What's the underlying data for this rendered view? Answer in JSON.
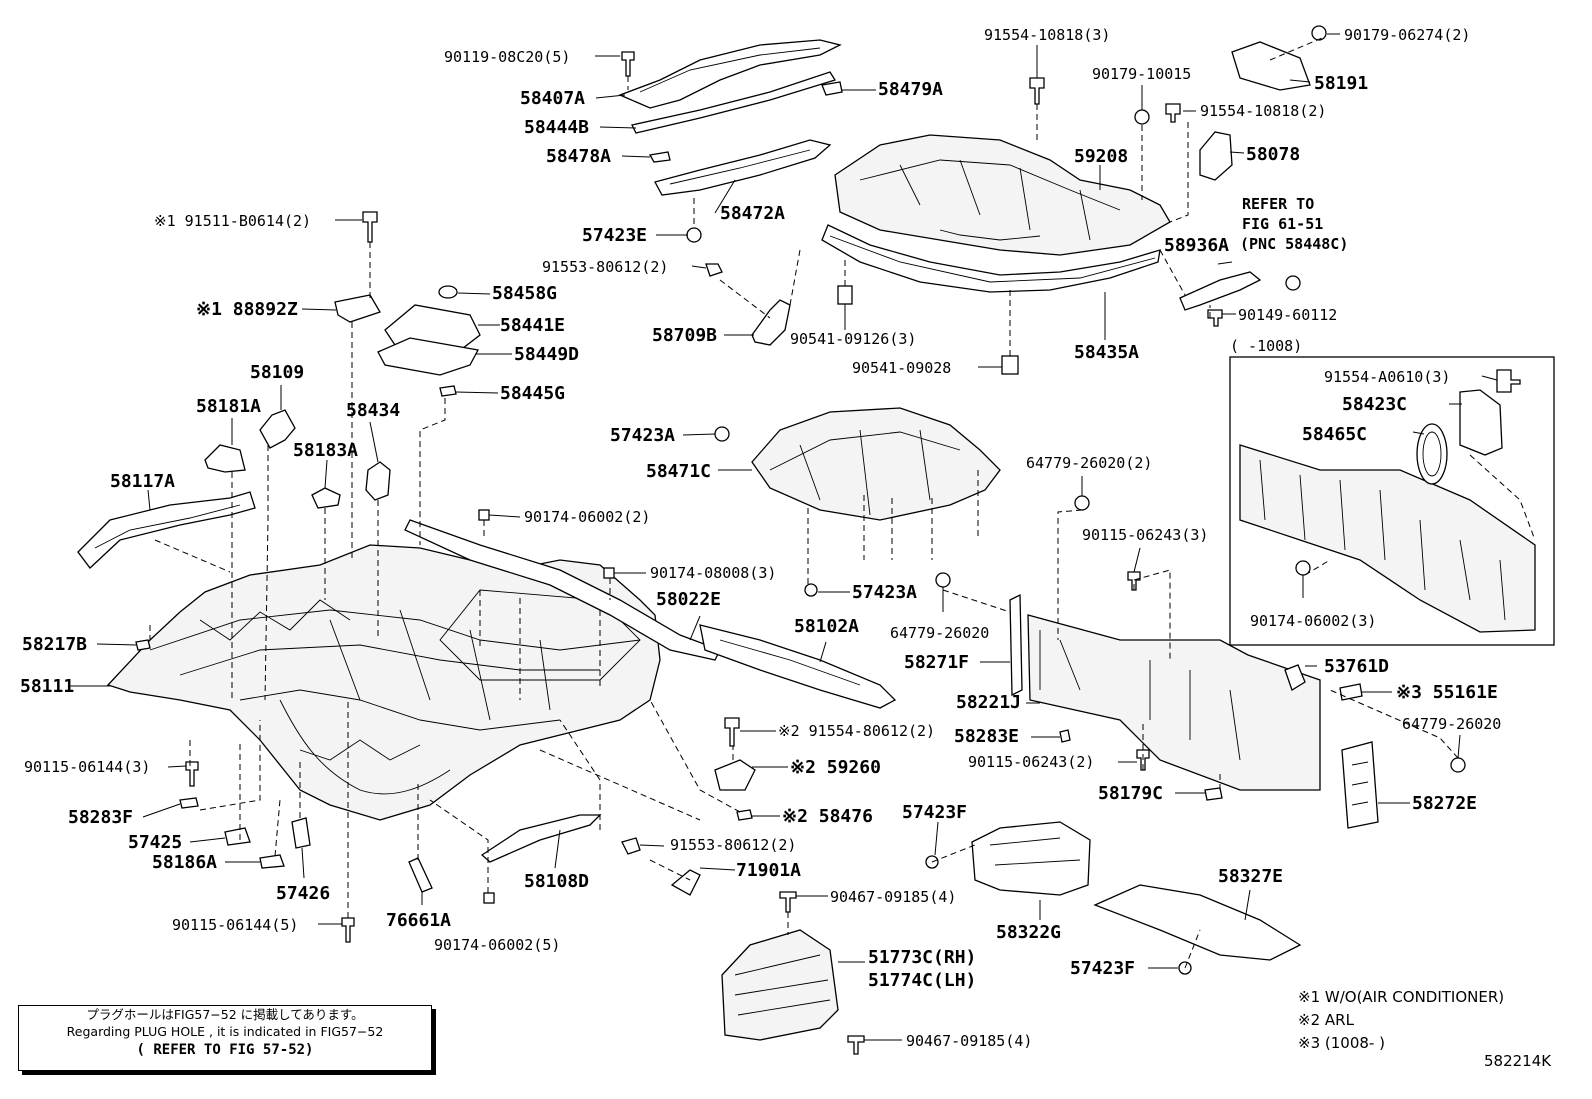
{
  "diagram_code": "582214K",
  "note": {
    "line_jp": "プラグホールはFIG57−52 に掲載してあります。",
    "line_en": "Regarding PLUG HOLE , it is indicated in FIG57−52",
    "line_ref": "( REFER TO FIG 57-52)"
  },
  "refer": {
    "line1": "REFER TO",
    "line2": "FIG 61-51",
    "line3": "(PNC 58448C)"
  },
  "inset_title": "(      -1008)",
  "legend": [
    "※1 W/O(AIR CONDITIONER)",
    "※2 ARL",
    "※3 (1008-      )"
  ],
  "labels": {
    "p90119_08C20": "90119-08C20(5)",
    "p58407A": "58407A",
    "p58444B": "58444B",
    "p58478A": "58478A",
    "p58479A": "58479A",
    "p58472A": "58472A",
    "p57423E": "57423E",
    "p91553_80612_2a": "91553-80612(2)",
    "p58709B": "58709B",
    "p91511_B0614": "※1 91511-B0614(2)",
    "p88892Z": "※1 88892Z",
    "p58458G": "58458G",
    "p58441E": "58441E",
    "p58449D": "58449D",
    "p58445G": "58445G",
    "p58109": "58109",
    "p58181A": "58181A",
    "p58434": "58434",
    "p58183A": "58183A",
    "p58117A": "58117A",
    "p90174_06002_2": "90174-06002(2)",
    "p90174_08008_3": "90174-08008(3)",
    "p58022E": "58022E",
    "p58102A": "58102A",
    "p58217B": "58217B",
    "p58111": "58111",
    "p90115_06144_3": "90115-06144(3)",
    "p58283F": "58283F",
    "p57425": "57425",
    "p58186A": "58186A",
    "p57426": "57426",
    "p90115_06144_5": "90115-06144(5)",
    "p76661A": "76661A",
    "p90174_06002_5": "90174-06002(5)",
    "p58108D": "58108D",
    "p91553_80612_2b": "91553-80612(2)",
    "p71901A": "71901A",
    "p91554_80612_2": "※2 91554-80612(2)",
    "p59260": "※2 59260",
    "p58476": "※2 58476",
    "p57423A_top": "57423A",
    "p58471C": "58471C",
    "p57423A_bot": "57423A",
    "p91554_10818_3": "91554-10818(3)",
    "p90179_10015": "90179-10015",
    "p91554_10818_2": "91554-10818(2)",
    "p90179_06274": "90179-06274(2)",
    "p58191": "58191",
    "p58078": "58078",
    "p59208": "59208",
    "p58936A": "58936A",
    "p90149_60112": "90149-60112",
    "p90541_09126": "90541-09126(3)",
    "p90541_09028": "90541-09028",
    "p58435A": "58435A",
    "p64779_26020_2": "64779-26020(2)",
    "p90115_06243_3": "90115-06243(3)",
    "p64779_26020_a": "64779-26020",
    "p58271F": "58271F",
    "p58221J": "58221J",
    "p58283E": "58283E",
    "p90115_06243_2": "90115-06243(2)",
    "p58179C": "58179C",
    "p53761D": "53761D",
    "p55161E": "※3 55161E",
    "p64779_26020_b": "64779-26020",
    "p58272E": "58272E",
    "p57423F_top": "57423F",
    "p58322G": "58322G",
    "p58327E": "58327E",
    "p57423F_bot": "57423F",
    "p90467_09185_a": "90467-09185(4)",
    "p51773C": "51773C(RH)",
    "p51774C": "51774C(LH)",
    "p90467_09185_b": "90467-09185(4)",
    "p91554_A0610": "91554-A0610(3)",
    "p58423C": "58423C",
    "p58465C": "58465C",
    "p90174_06002_3": "90174-06002(3)"
  }
}
